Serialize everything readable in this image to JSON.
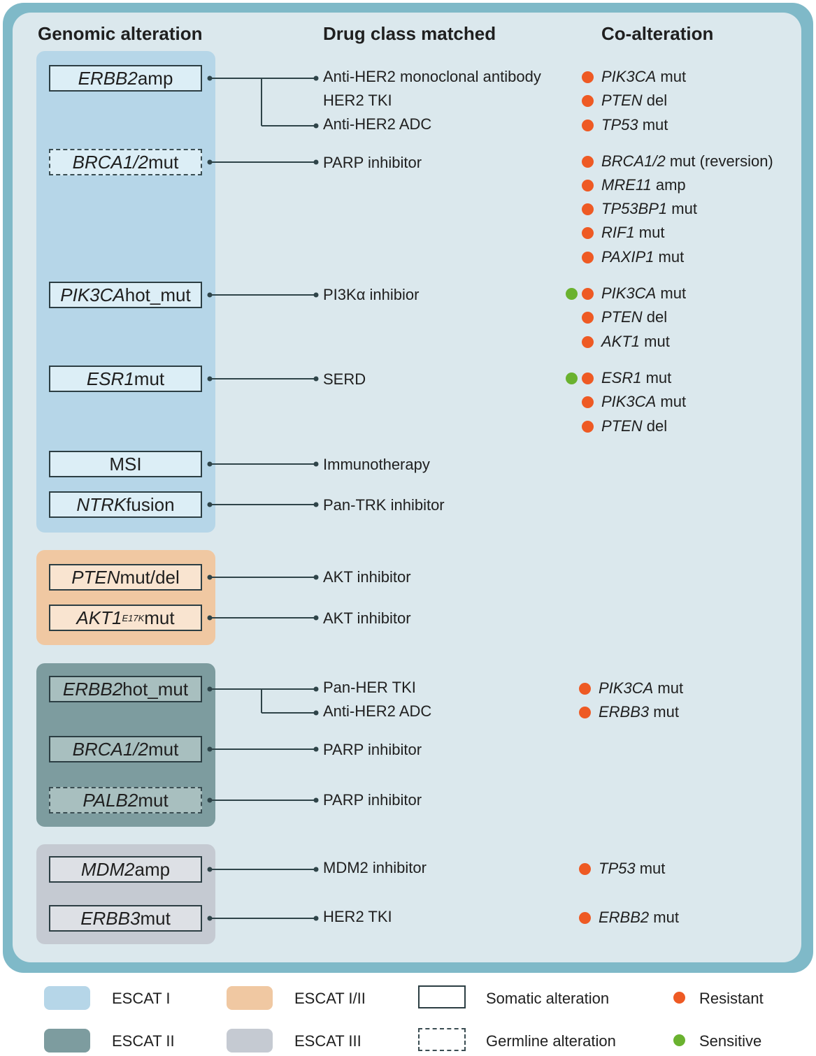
{
  "headers": {
    "genomic": "Genomic alteration",
    "drug": "Drug class matched",
    "coalt": "Co-alteration"
  },
  "colors": {
    "escat_1": "#b6d6e8",
    "escat_1_2": "#f0c8a2",
    "escat_2": "#7d9c9f",
    "escat_3": "#c5cad2",
    "resistant": "#ee5a24",
    "sensitive": "#6ab22f"
  },
  "alterations": {
    "erbb2_amp": {
      "gene": "ERBB2",
      "suffix": " amp"
    },
    "brca_germ": {
      "gene": "BRCA1/2",
      "suffix": " mut"
    },
    "pik3ca_hot": {
      "gene": "PIK3CA",
      "suffix": " hot_mut"
    },
    "esr1": {
      "gene": "ESR1",
      "suffix": " mut"
    },
    "msi": {
      "suffix": "MSI"
    },
    "ntrk": {
      "gene": "NTRK",
      "suffix": " fusion"
    },
    "pten": {
      "gene": "PTEN",
      "suffix": " mut/del"
    },
    "akt1": {
      "gene": "AKT1",
      "sup": "E17K",
      "suffix": " mut"
    },
    "erbb2_hot": {
      "gene": "ERBB2",
      "suffix": " hot_mut"
    },
    "brca_som": {
      "gene": "BRCA1/2",
      "suffix": " mut"
    },
    "palb2": {
      "gene": "PALB2",
      "suffix": " mut"
    },
    "mdm2": {
      "gene": "MDM2",
      "suffix": " amp"
    },
    "erbb3": {
      "gene": "ERBB3",
      "suffix": " mut"
    }
  },
  "drugs": {
    "d1": "Anti-HER2 monoclonal antibody",
    "d2": "HER2 TKI",
    "d3": "Anti-HER2 ADC",
    "d4": "PARP inhibitor",
    "d5": "PI3Kα inhibior",
    "d6": "SERD",
    "d7": "Immunotherapy",
    "d8": "Pan-TRK inhibitor",
    "d9": "AKT inhibitor",
    "d10": "AKT inhibitor",
    "d11": "Pan-HER TKI",
    "d12": "Anti-HER2 ADC",
    "d13": "PARP inhibitor",
    "d14": "PARP inhibitor",
    "d15": "MDM2 inhibitor",
    "d16": "HER2 TKI"
  },
  "coalterations": {
    "c1": {
      "gene": "PIK3CA",
      "suffix": " mut"
    },
    "c2": {
      "gene": "PTEN",
      "suffix": " del"
    },
    "c3": {
      "gene": "TP53",
      "suffix": " mut"
    },
    "c4": {
      "gene": "BRCA1/2",
      "suffix": " mut (reversion)"
    },
    "c5": {
      "gene": "MRE11",
      "suffix": " amp"
    },
    "c6": {
      "gene": "TP53BP1",
      "suffix": " mut"
    },
    "c7": {
      "gene": "RIF1",
      "suffix": " mut"
    },
    "c8": {
      "gene": "PAXIP1",
      "suffix": " mut"
    },
    "c9": {
      "gene": "PIK3CA",
      "suffix": " mut"
    },
    "c10": {
      "gene": "PTEN",
      "suffix": " del"
    },
    "c11": {
      "gene": "AKT1",
      "suffix": " mut"
    },
    "c12": {
      "gene": "ESR1",
      "suffix": " mut"
    },
    "c13": {
      "gene": "PIK3CA",
      "suffix": " mut"
    },
    "c14": {
      "gene": "PTEN",
      "suffix": " del"
    },
    "c15": {
      "gene": "PIK3CA",
      "suffix": " mut"
    },
    "c16": {
      "gene": "ERBB3",
      "suffix": " mut"
    },
    "c17": {
      "gene": "TP53",
      "suffix": " mut"
    },
    "c18": {
      "gene": "ERBB2",
      "suffix": " mut"
    }
  },
  "legend": {
    "escat_1": "ESCAT I",
    "escat_1_2": "ESCAT I/II",
    "escat_2": "ESCAT II",
    "escat_3": "ESCAT III",
    "somatic": "Somatic alteration",
    "germline": "Germline alteration",
    "resistant": "Resistant",
    "sensitive": "Sensitive"
  }
}
